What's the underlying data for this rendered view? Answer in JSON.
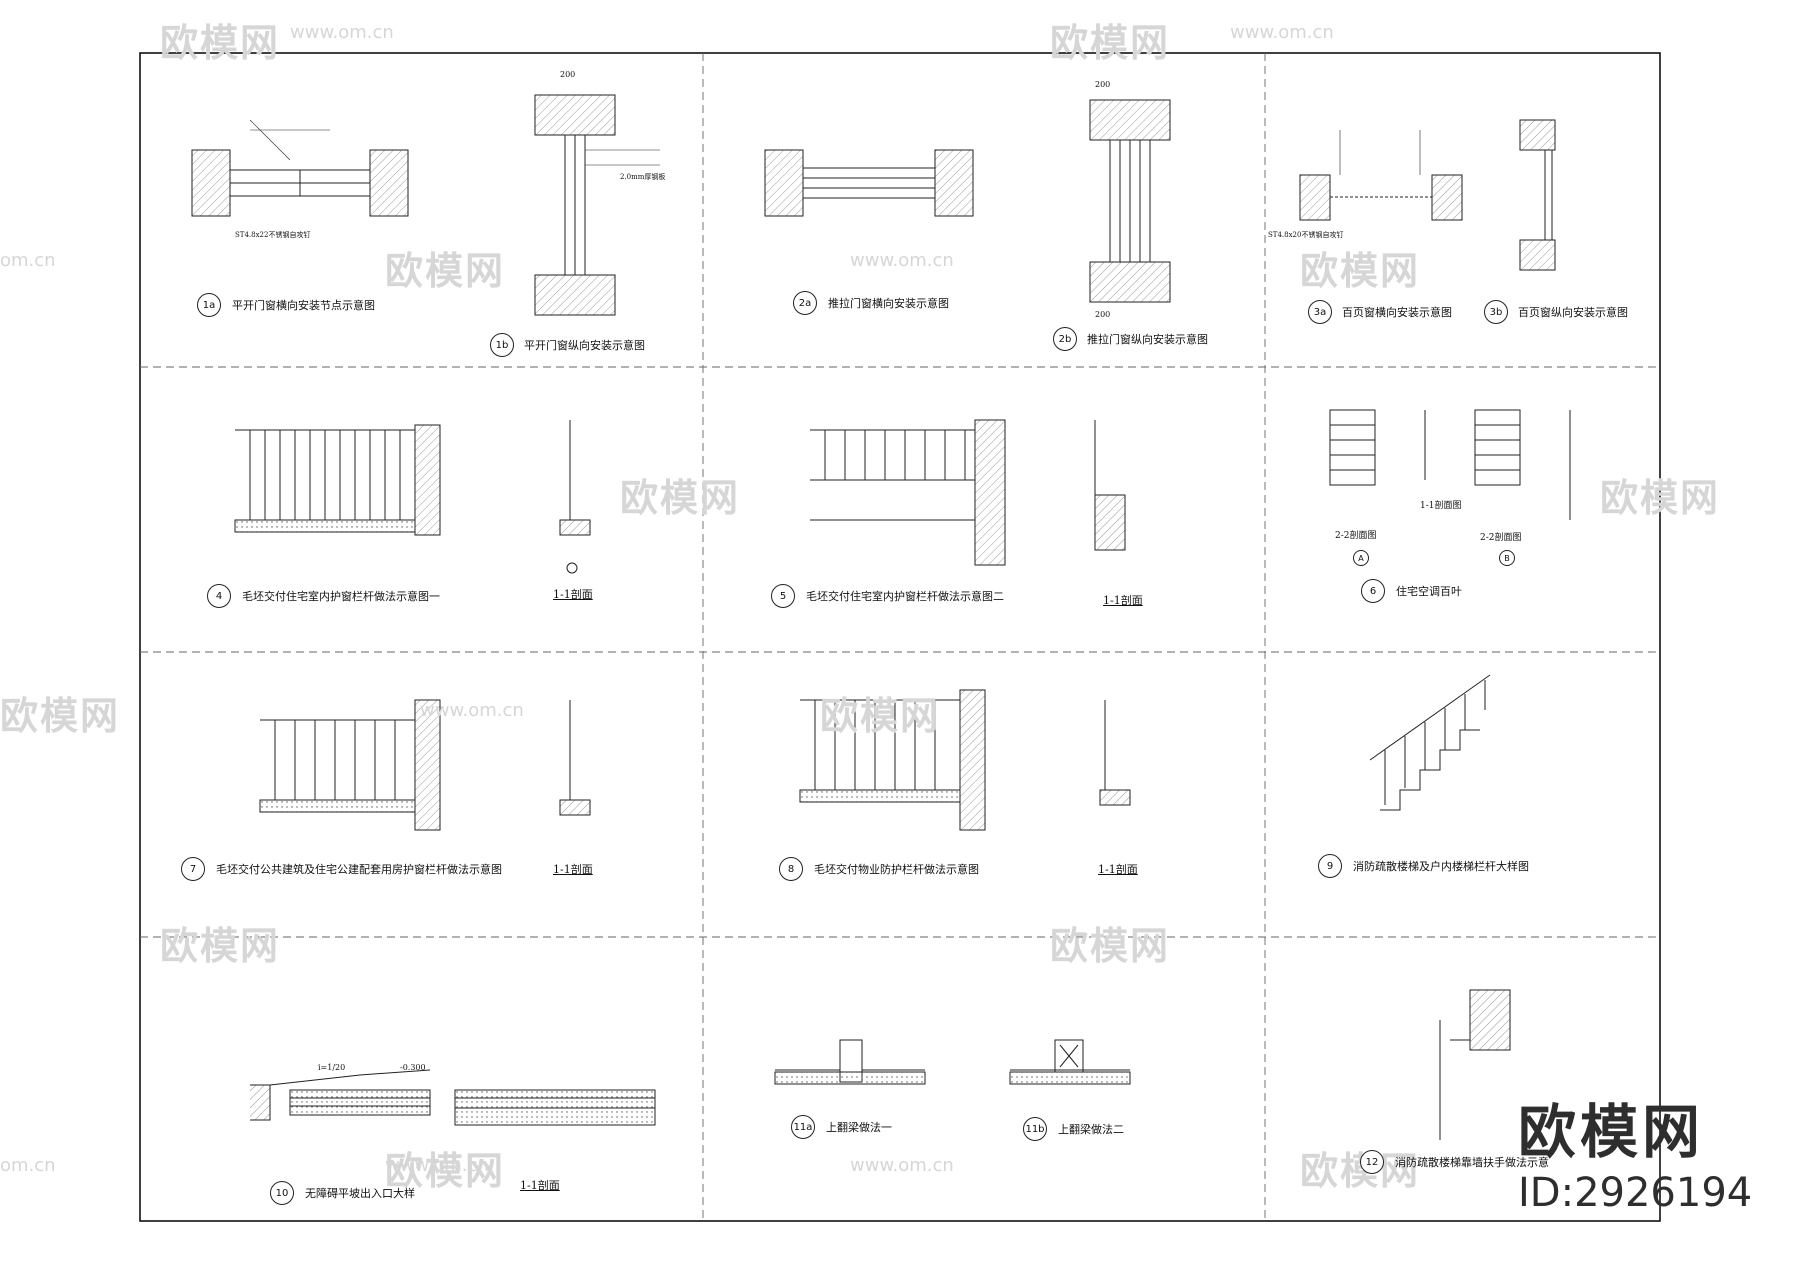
{
  "watermark": {
    "logo_text": "欧模网",
    "url_text": "www.om.cn",
    "short_url": "om.cn"
  },
  "brand": {
    "name": "欧模网",
    "id_label": "ID:2926194"
  },
  "captions": {
    "c1a": "平开门窗横向安装节点示意图",
    "c1b": "平开门窗纵向安装示意图",
    "c2a": "推拉门窗横向安装示意图",
    "c2b": "推拉门窗纵向安装示意图",
    "c3a": "百页窗横向安装示意图",
    "c3b": "百页窗纵向安装示意图",
    "c4": "毛坯交付住宅室内护窗栏杆做法示意图一",
    "c5": "毛坯交付住宅室内护窗栏杆做法示意图二",
    "c6": "住宅空调百叶",
    "c7": "毛坯交付公共建筑及住宅公建配套用房护窗栏杆做法示意图",
    "c8": "毛坯交付物业防护栏杆做法示意图",
    "c9": "消防疏散楼梯及户内楼梯栏杆大样图",
    "c10": "无障碍平坡出入口大样",
    "c11a": "上翻梁做法一",
    "c11b": "上翻梁做法二",
    "c12": "消防疏散楼梯靠墙扶手做法示意",
    "sec11": "1-1剖面",
    "c6a": "2-2剖面图",
    "c6b": "1-1剖面图",
    "c6c": "2-2剖面图"
  },
  "numbers": {
    "n1a": "1a",
    "n1b": "1b",
    "n2a": "2a",
    "n2b": "2b",
    "n3a": "3a",
    "n3b": "3b",
    "n4": "4",
    "n5": "5",
    "n6": "6",
    "n7": "7",
    "n8": "8",
    "n9": "9",
    "n10": "10",
    "n11a": "11a",
    "n11b": "11b",
    "n12": "12",
    "nA": "A",
    "nB": "B"
  },
  "dims": {
    "d200": "200",
    "ramp": "i=1/20",
    "elev": "-0.300"
  },
  "notes": {
    "n1": "ST4.8x22不锈钢自攻钉",
    "n2": "2.0mm厚钢板",
    "n3": "ST4.8x20不锈钢自攻钉"
  }
}
